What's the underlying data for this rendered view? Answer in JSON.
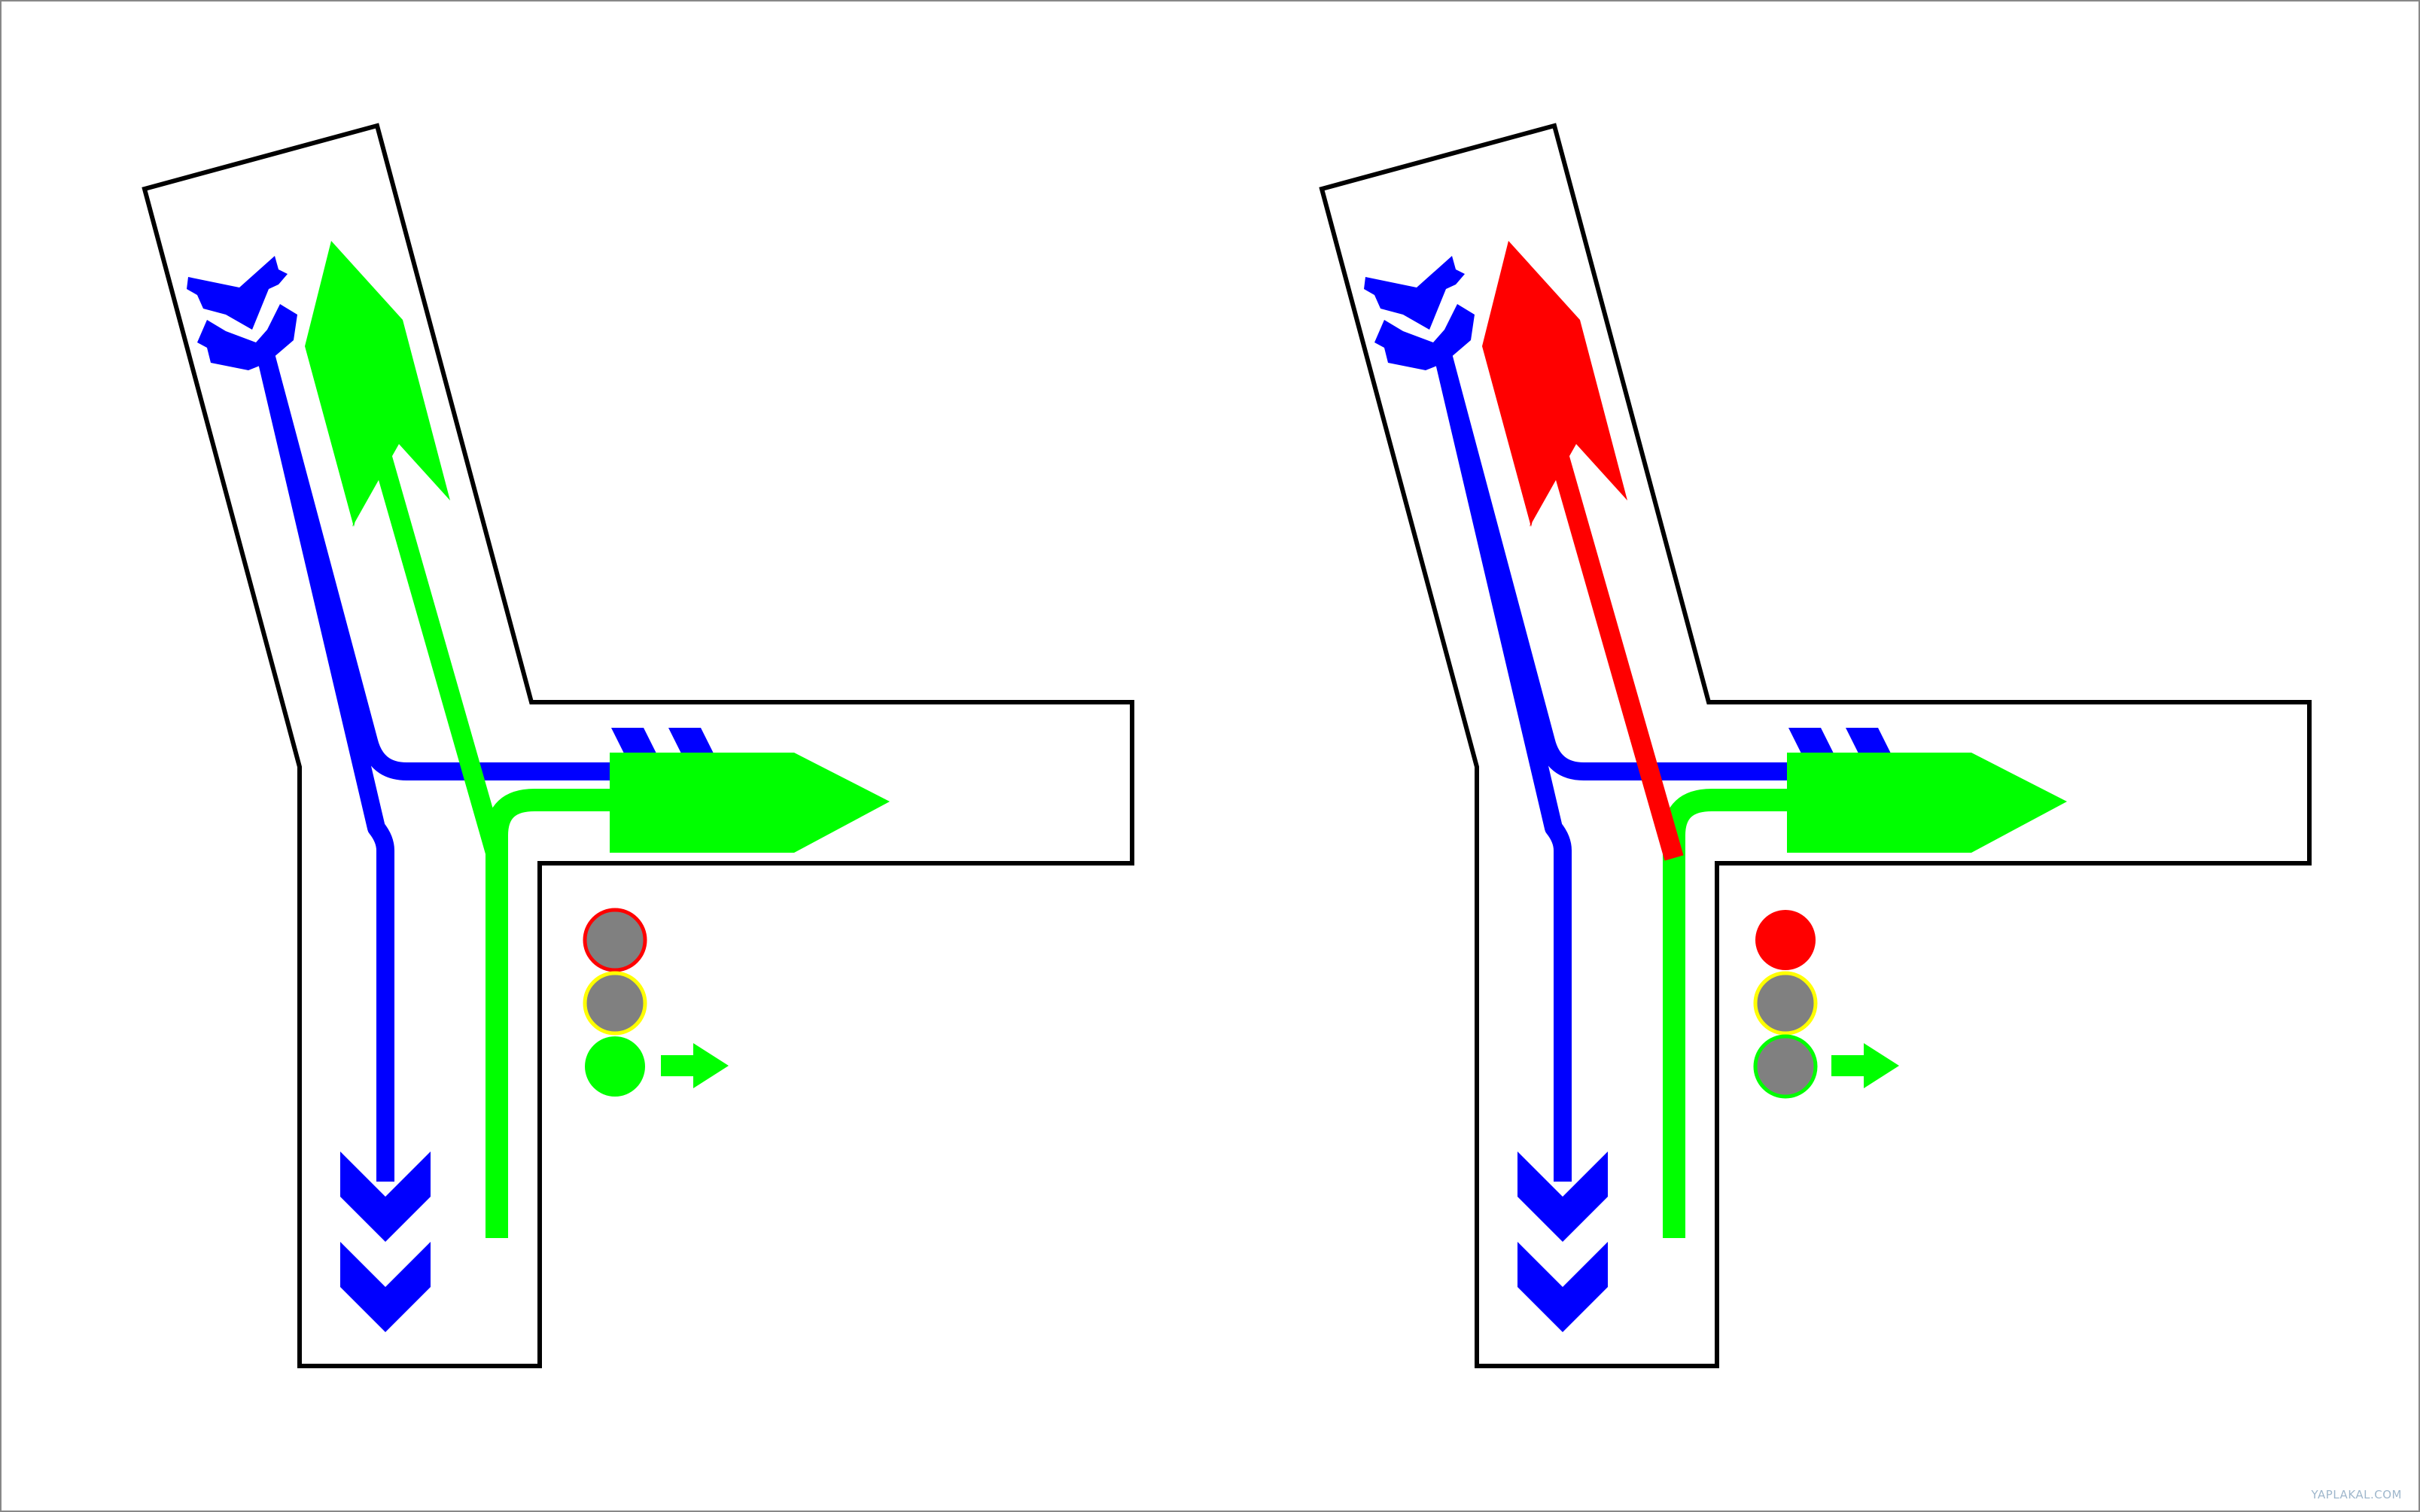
{
  "title": "",
  "colors": {
    "background": "#ffffff",
    "outline": "#000000",
    "blue_route": "#0000ff",
    "green_route": "#00ff00",
    "red_route": "#ff0000",
    "lamp_off": "#808080",
    "lamp_red": "#ff0000",
    "lamp_yellow": "#ffff00",
    "lamp_green": "#00ff00"
  },
  "panels": [
    {
      "id": "left",
      "main_arrow_color": "#00ff00",
      "signal": {
        "red": "off",
        "yellow": "off",
        "green": "on",
        "right_arrow": "on"
      }
    },
    {
      "id": "right",
      "main_arrow_color": "#ff0000",
      "signal": {
        "red": "on",
        "yellow": "off",
        "green": "off",
        "right_arrow": "on"
      }
    }
  ],
  "watermark": "YAPLAKAL.COM"
}
